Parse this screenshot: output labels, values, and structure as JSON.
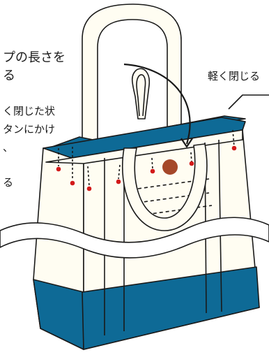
{
  "labels": {
    "loop_length_l1": "プの長さを",
    "loop_length_l2": "る",
    "lightly_closed": "軽く閉じる",
    "note_l1": "く閉じた状",
    "note_l2": "タンにかけ",
    "note_l3": "、",
    "note_l4": "る"
  },
  "colors": {
    "canvas": "#fffdf2",
    "accent_blue": "#0e6a96",
    "outline": "#1a1a1a",
    "pin_red": "#d21a1a",
    "button_brown": "#a5482a"
  }
}
